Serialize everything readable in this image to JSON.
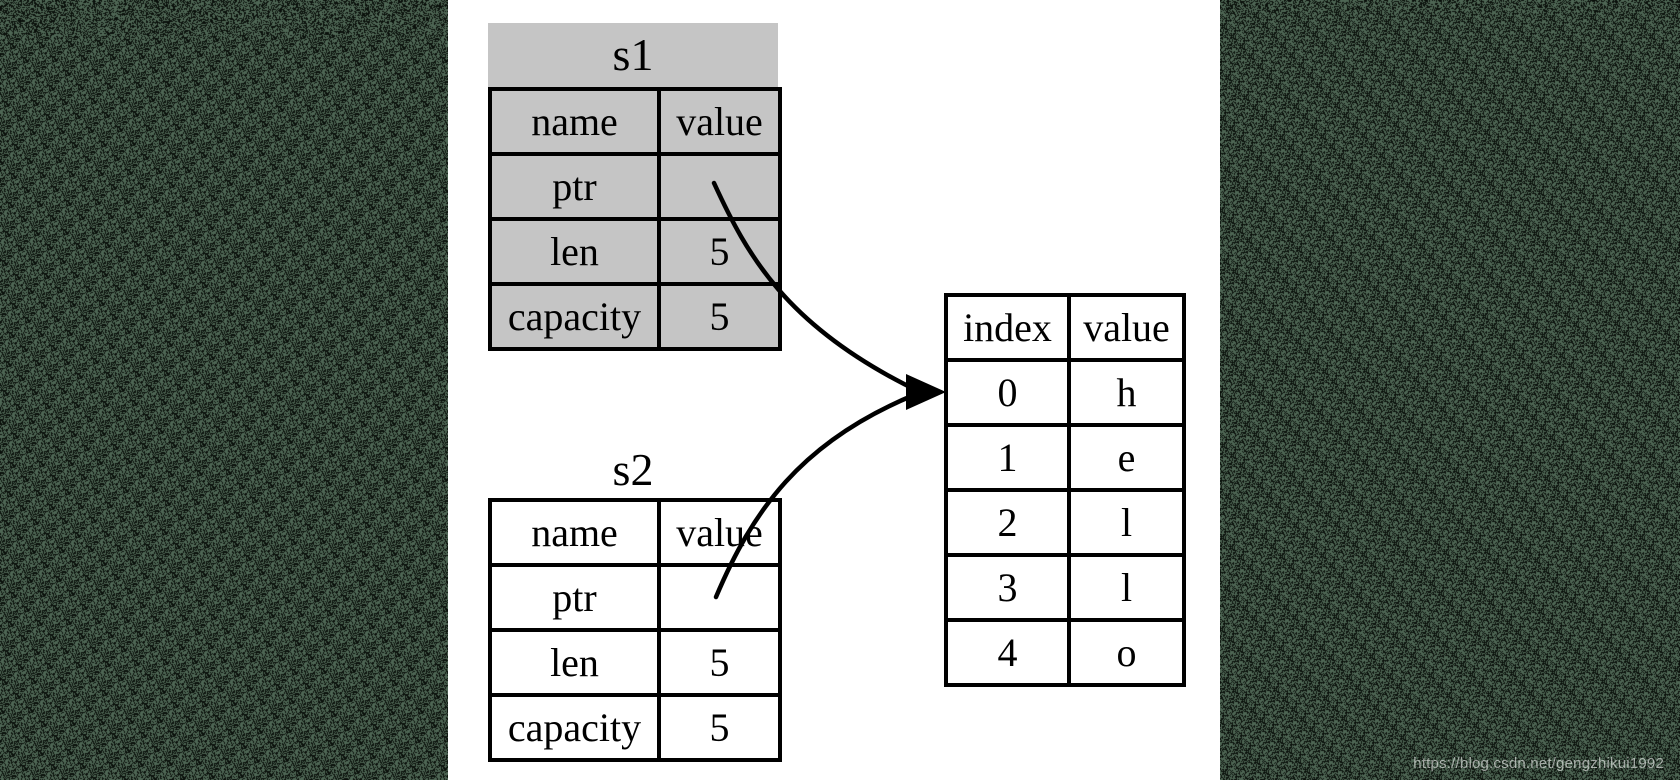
{
  "colors": {
    "diagram_bg": "#ffffff",
    "s1_fill": "#c5c5c5",
    "table_border": "#000000",
    "arrow": "#000000",
    "noise_base": "#4e6654",
    "noise_speckle": "#0a100b",
    "speckle_ratio": 0.44,
    "watermark_color": "rgba(255,255,255,0.58)"
  },
  "s1": {
    "title": "s1",
    "headers": [
      "name",
      "value"
    ],
    "rows": [
      [
        "ptr",
        ""
      ],
      [
        "len",
        "5"
      ],
      [
        "capacity",
        "5"
      ]
    ]
  },
  "s2": {
    "title": "s2",
    "headers": [
      "name",
      "value"
    ],
    "rows": [
      [
        "ptr",
        ""
      ],
      [
        "len",
        "5"
      ],
      [
        "capacity",
        "5"
      ]
    ]
  },
  "heap": {
    "headers": [
      "index",
      "value"
    ],
    "rows": [
      [
        "0",
        "h"
      ],
      [
        "1",
        "e"
      ],
      [
        "2",
        "l"
      ],
      [
        "3",
        "l"
      ],
      [
        "4",
        "o"
      ]
    ]
  },
  "watermark": {
    "text": "https://blog.csdn.net/gengzhikui1992"
  }
}
